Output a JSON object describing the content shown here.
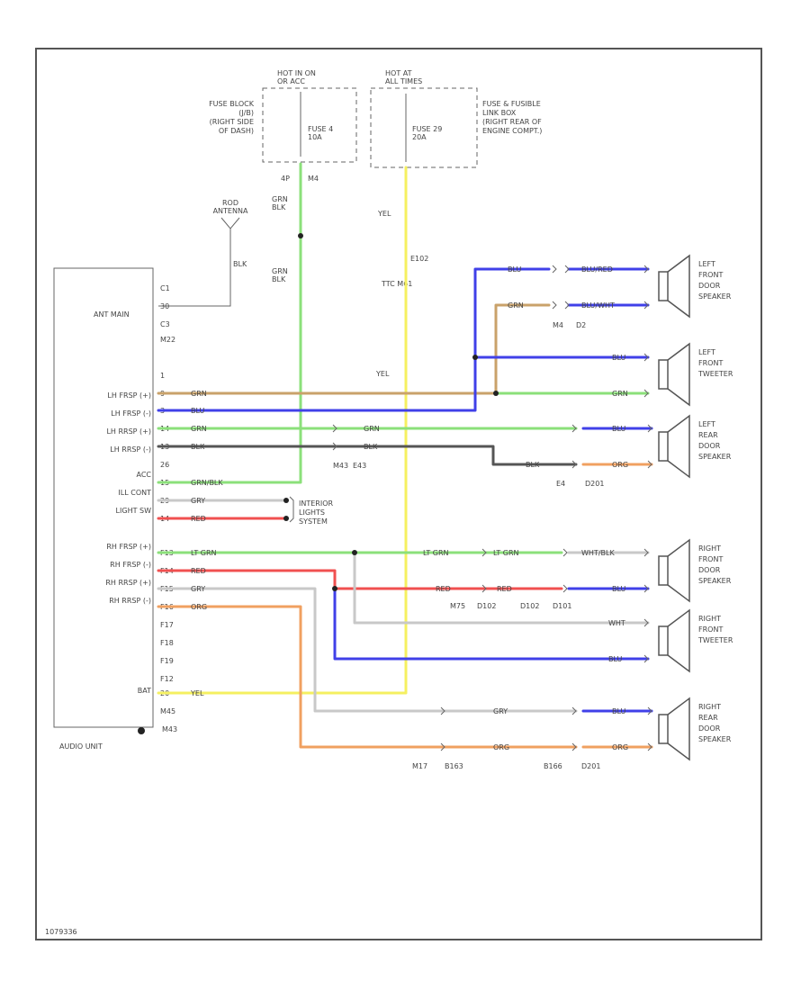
{
  "colors": {
    "tan": "#c9a26a",
    "blue": "#4040e8",
    "green": "#8be07a",
    "gray": "#909090",
    "dark": "#555555",
    "red": "#f05050",
    "orange": "#f0a060",
    "yellow": "#f5f060",
    "lightgray": "#c8c8c8"
  },
  "top": {
    "hot_left": "HOT IN ON\nOR ACC",
    "hot_right": "HOT AT\nALL TIMES",
    "fuse_block": "FUSE BLOCK\n(J/B)\n(RIGHT SIDE\nOF DASH)",
    "fuse_link_box": "FUSE & FUSIBLE\nLINK BOX\n(RIGHT REAR OF\nENGINE COMPT.)",
    "fuse_4": "FUSE 4\n10A",
    "fuse_29": "FUSE 29\n20A",
    "pin_4p": "4P",
    "conn_m4": "M4"
  },
  "wires_top": {
    "grn_blk_1": "GRN\nBLK",
    "grn_blk_2": "GRN\nBLK",
    "yel_1": "YEL",
    "yel_2": "YEL",
    "e102": "E102",
    "tt_m61": "TTC  M61"
  },
  "rod": {
    "label": "ROD\nANTENNA",
    "wire": "BLK"
  },
  "audio": {
    "title": "AUDIO UNIT",
    "ant_main": "ANT MAIN",
    "ground": "M43",
    "pins_labels": [
      "LH FRSP (+)",
      "LH FRSP (-)",
      "LH RRSP (+)",
      "LH RRSP (-)",
      "ACC",
      "ILL CONT",
      "LIGHT SW",
      "RH FRSP (+)",
      "RH FRSP (-)",
      "RH RRSP (+)",
      "RH RRSP (-)",
      "BAT"
    ],
    "pin_numbers": [
      "C1",
      "30",
      "C3",
      "M22",
      "1",
      "9",
      "3",
      "14",
      "13",
      "26",
      "15",
      "29",
      "14",
      "F13",
      "F14",
      "F15",
      "F16",
      "F17",
      "F18",
      "F19",
      "F12",
      "20",
      "M45"
    ]
  },
  "wires": {
    "grn": "GRN",
    "blu": "BLU",
    "blk": "BLK",
    "grn_blk": "GRN/BLK",
    "gry": "GRY",
    "red": "RED",
    "lt_grn": "LT GRN",
    "org": "ORG",
    "yel": "YEL",
    "wht": "WHT",
    "wht_blk": "WHT/BLK",
    "blu_red": "BLU/RED",
    "blu_wht": "BLU/WHT"
  },
  "interior": "INTERIOR\nLIGHTS\nSYSTEM",
  "connectors": {
    "m4_d2": [
      "M4",
      "D2"
    ],
    "m43_e43": [
      "M43",
      "E43"
    ],
    "e4_d201": [
      "E4",
      "D201"
    ],
    "m75_d102_d102_d101": [
      "M75",
      "D102",
      "D102",
      "D101"
    ],
    "m17_b163_b166_d201": [
      "M17",
      "B163",
      "B166",
      "D201"
    ]
  },
  "speakers": [
    "LEFT\nFRONT\nDOOR\nSPEAKER",
    "LEFT\nFRONT\nTWEETER",
    "LEFT\nREAR\nDOOR\nSPEAKER",
    "RIGHT\nFRONT\nDOOR\nSPEAKER",
    "RIGHT\nFRONT\nTWEETER",
    "RIGHT\nREAR\nDOOR\nSPEAKER"
  ],
  "footer": "1079336"
}
